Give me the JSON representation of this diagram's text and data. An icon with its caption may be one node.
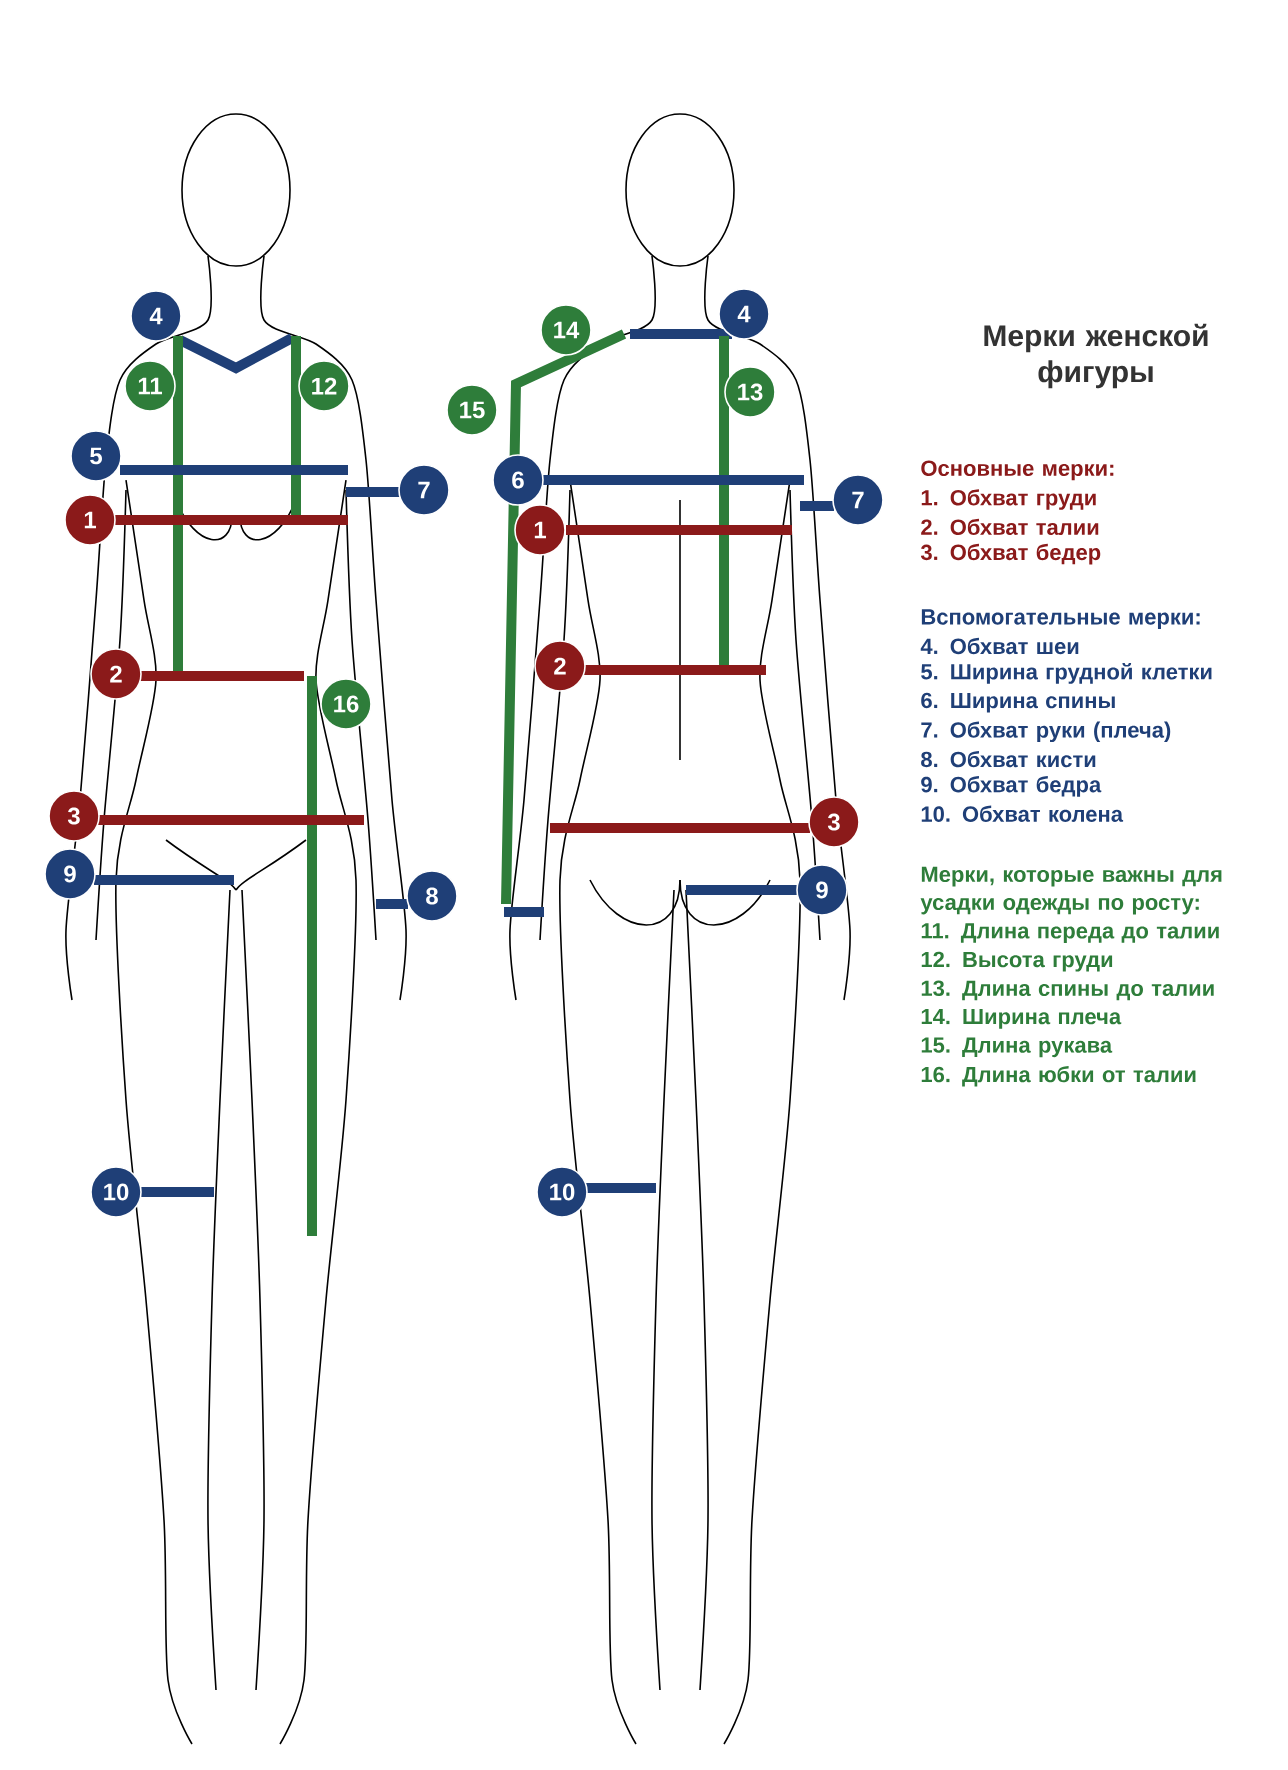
{
  "diagram": {
    "title": "Мерки женской фигуры",
    "nodes": [
      {
        "text": [
          "4"
        ]
      },
      {
        "text": [
          "14"
        ]
      },
      {
        "text": [
          "4"
        ]
      },
      {
        "text": [
          "11"
        ]
      },
      {
        "text": [
          "12"
        ]
      },
      {
        "text": [
          "13"
        ]
      },
      {
        "text": [
          "15"
        ]
      },
      {
        "text": [
          "5"
        ]
      },
      {
        "text": [
          "6"
        ]
      },
      {
        "text": [
          "7"
        ]
      },
      {
        "text": [
          "7"
        ]
      },
      {
        "text": [
          "1"
        ]
      },
      {
        "text": [
          "1"
        ]
      },
      {
        "text": [
          "2"
        ]
      },
      {
        "text": [
          "2"
        ]
      },
      {
        "text": [
          "16"
        ]
      },
      {
        "text": [
          "3"
        ]
      },
      {
        "text": [
          "3"
        ]
      },
      {
        "text": [
          "9"
        ]
      },
      {
        "text": [
          "9"
        ]
      },
      {
        "text": [
          "8"
        ]
      },
      {
        "text": [
          "10"
        ]
      },
      {
        "text": [
          "10"
        ]
      }
    ],
    "labels": [
      "Основные мерки:",
      "1. Обхват груди",
      "2. Обхват талии",
      "3. Обхват бедер",
      "Вспомогательные мерки:",
      "4. Обхват шеи",
      "5. Ширина грудной клетки",
      "6. Ширина спины",
      "7. Обхват руки (плеча)",
      "8. Обхват кисти",
      "9. Обхват бедра",
      "10. Обхват колена",
      "Мерки, которые важны для усадки одежды по росту:",
      "11. Длина переда до талии",
      "12. Высота груди",
      "13. Длина спины до талии",
      "14. Ширина плеча",
      "15. Длина рукава",
      "16. Длина юбки от талии"
    ]
  }
}
